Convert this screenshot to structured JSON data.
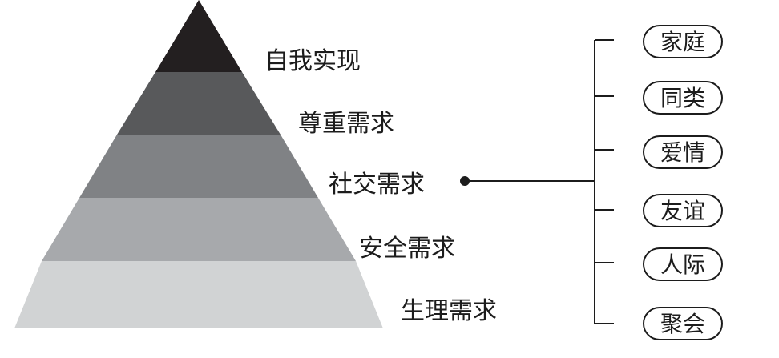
{
  "pyramid": {
    "levels": [
      {
        "label": "自我实现",
        "color": "#231f20"
      },
      {
        "label": "尊重需求",
        "color": "#58595b"
      },
      {
        "label": "社交需求",
        "color": "#808285"
      },
      {
        "label": "安全需求",
        "color": "#a7a9ac"
      },
      {
        "label": "生理需求",
        "color": "#d1d3d4"
      }
    ]
  },
  "social_branches": {
    "items": [
      "家庭",
      "同类",
      "爱情",
      "友谊",
      "人际",
      "聚会"
    ]
  }
}
